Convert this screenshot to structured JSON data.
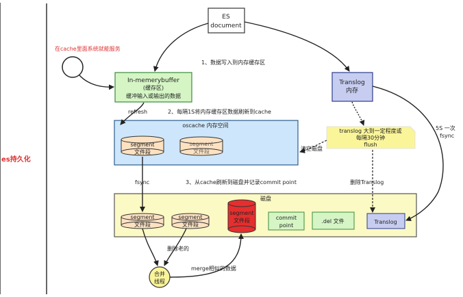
{
  "left_title": "es持久化",
  "note_top_left": "在cache里面系统就能服务",
  "es_document": [
    "ES",
    "document"
  ],
  "inmemory": [
    "In-memerybuffer",
    "(缓存区)",
    "缓冲输入或输出的数据"
  ],
  "translog_mem": [
    "Translog",
    "内存"
  ],
  "oscache_title": "oscache 内存空间",
  "segment_label": [
    "segment",
    "文件段"
  ],
  "disk_title": "磁盘",
  "commit_point": [
    "commit",
    "point"
  ],
  "del_file": ".del 文件",
  "translog_disk": "Translog",
  "merge_thread": [
    "合并",
    "线程"
  ],
  "annotations": {
    "step1": "1、数据写入到内存缓存区",
    "step2": "2、每隔1S将内存缓存区数据刷新到cache",
    "step3": "3、从cache刷新到磁盘并记录commit point",
    "refresh": "refresh",
    "fsync": "fsync",
    "clear_disk": "清空磁盘",
    "delete_translog": "删除Translog",
    "five_s": [
      "5S 一次",
      "fsync"
    ],
    "translog_note": [
      "translog 大到一定程度或",
      "每隔30分钟",
      "flush"
    ],
    "delete_old": "删除老的",
    "merge_similar": "merge相似的数据"
  },
  "colors": {
    "red_text": "#e03030",
    "green_fill": "#d5f5c5",
    "green_stroke": "#3a8a3a",
    "blue_fill": "#cde6fb",
    "blue_stroke": "#2b5c8a",
    "yellow_fill": "#fbf9c4",
    "yellow_stroke": "#555555",
    "segment_fill": "#fde2c2",
    "red_cyl": "#e62e2e",
    "translog_fill": "#c7cdf0",
    "note_fill": "#fbf59a"
  }
}
